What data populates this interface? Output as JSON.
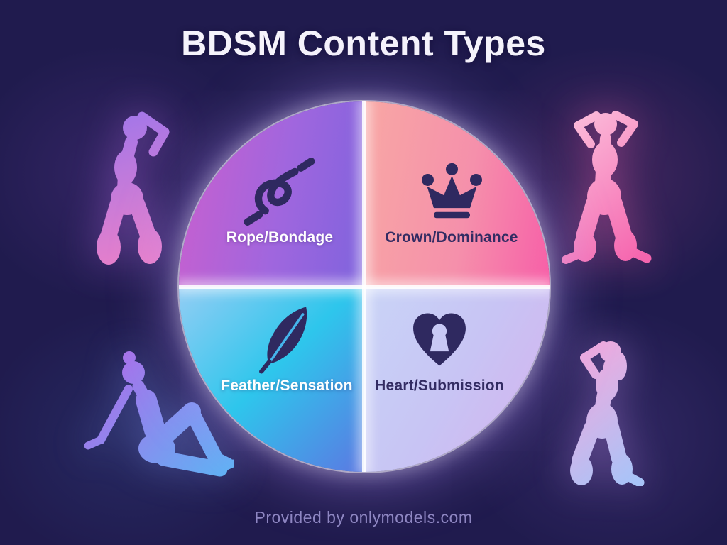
{
  "title": "BDSM Content Types",
  "footer": "Provided by onlymodels.com",
  "colors": {
    "background": "#201b4e",
    "icon_navy": "#2f2960",
    "divider_white": "#ffffff",
    "title_color": "#f5f3fb",
    "footer_color": "#8e86c2"
  },
  "wheel": {
    "quadrants": [
      {
        "label": "Rope/Bondage",
        "icon": "knot-icon",
        "text_color": "#ffffff",
        "gradient": [
          "#cb5fce",
          "#7f63dd"
        ]
      },
      {
        "label": "Crown/Dominance",
        "icon": "crown-icon",
        "text_color": "#332c63",
        "gradient": [
          "#f8a7a4",
          "#f75fa8"
        ]
      },
      {
        "label": "Feather/Sensation",
        "icon": "feather-icon",
        "text_color": "#ffffff",
        "gradient": [
          "#93cdf4",
          "#2ec6ec",
          "#5b79e2"
        ]
      },
      {
        "label": "Heart/Submission",
        "icon": "heart-lock-icon",
        "text_color": "#332c63",
        "gradient": [
          "#c9d4f7",
          "#d5b0ee"
        ]
      }
    ]
  },
  "silhouettes": [
    {
      "position": "top-left",
      "pose": "kneeling-arm-raised",
      "gradient": [
        "#a076ea",
        "#ec80c8"
      ]
    },
    {
      "position": "top-right",
      "pose": "kneeling-hands-behind-head",
      "gradient": [
        "#fbb8d8",
        "#f565ae"
      ]
    },
    {
      "position": "bottom-left",
      "pose": "sitting-leaning-back",
      "gradient": [
        "#a970ea",
        "#5fb2f4"
      ]
    },
    {
      "position": "bottom-right",
      "pose": "kneeling-hand-in-hair",
      "gradient": [
        "#f4a8dc",
        "#a8c4f8"
      ]
    }
  ]
}
